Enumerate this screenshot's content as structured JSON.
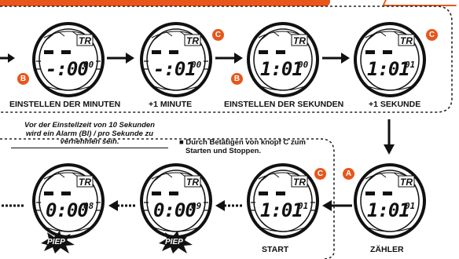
{
  "captions": {
    "set_minutes": "EINSTELLEN DER MINUTEN",
    "plus_one_minute": "+1 MINUTE",
    "set_seconds": "EINSTELLEN DER SEKUNDEN",
    "plus_one_second": "+1 SEKUNDE",
    "start": "START",
    "counter": "ZÄHLER"
  },
  "notes": {
    "alarm_line1": "Vor der Einstellzeit von 10 Sekunden",
    "alarm_line2": "wird ein Alarm (Bl) / pro Sekunde zu",
    "alarm_line3": "vernehmen sein.",
    "button_c_line1": "■ Durch Betätigen von knopf C zum",
    "button_c_line2": "Starten und Stoppen."
  },
  "buttons": {
    "a": "A",
    "b": "B",
    "c": "C"
  },
  "beep_label": "PIEP",
  "watches": {
    "w1": {
      "main": "-:00",
      "small": "00"
    },
    "w2": {
      "main": "-:01",
      "small": "00"
    },
    "w3": {
      "main": "1:01",
      "small": "00"
    },
    "w4": {
      "main": "1:01",
      "small": "01"
    },
    "w5": {
      "main": "1:01",
      "small": "01"
    },
    "w6": {
      "main": "1:01",
      "small": "01"
    },
    "w7": {
      "main": "0:00",
      "small": "09"
    },
    "w8": {
      "main": "0:00",
      "small": "08"
    }
  },
  "colors": {
    "accent": "#e8561c",
    "ink": "#111111"
  }
}
